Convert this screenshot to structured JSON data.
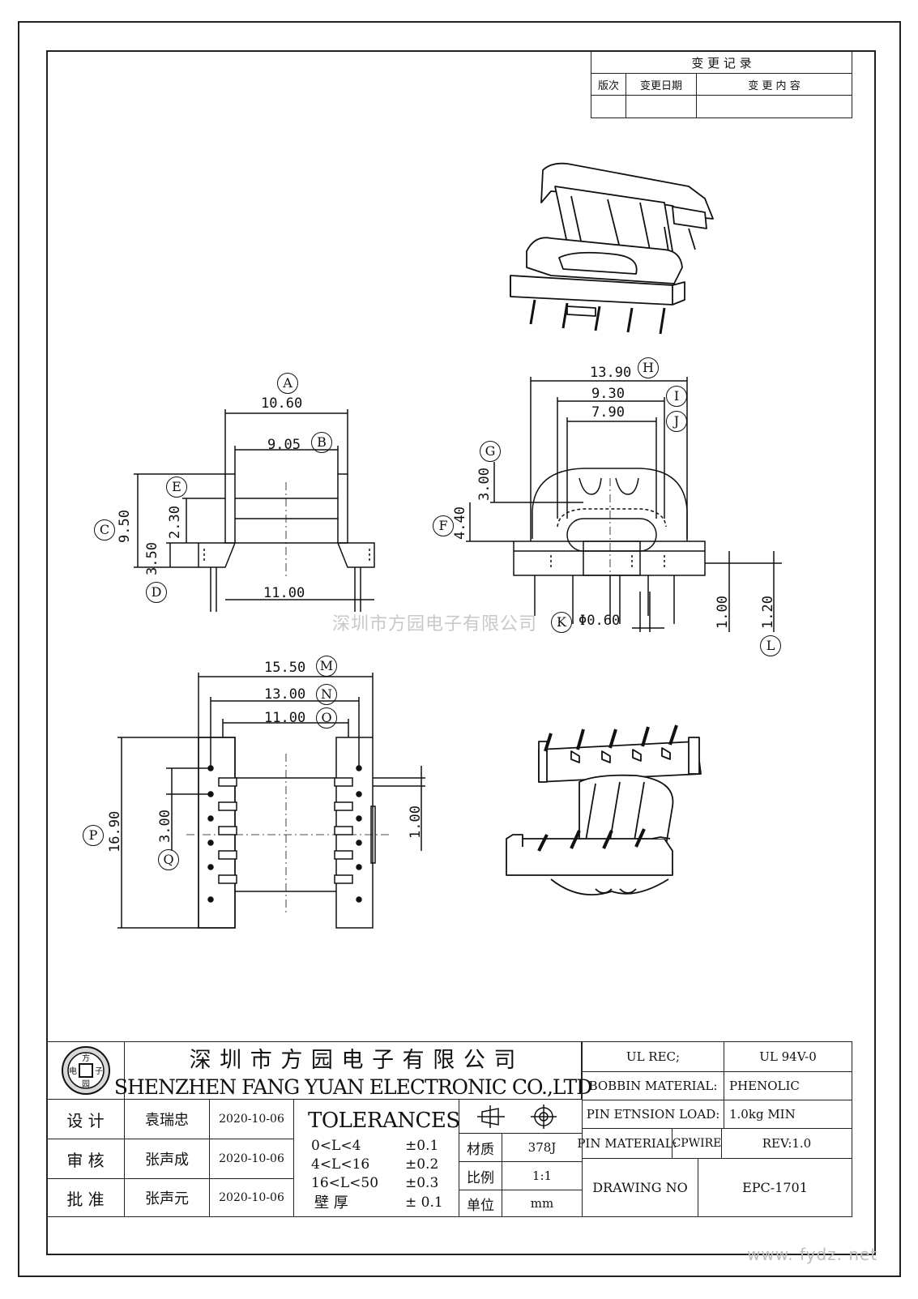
{
  "revision_table": {
    "title": "变 更 记 录",
    "col_version": "版次",
    "col_date": "变更日期",
    "col_content": "变 更 内 容"
  },
  "watermark": "深圳市方园电子有限公司",
  "watermark_site": "www. fydz. net",
  "front_view": {
    "A_label": "A",
    "A_value": "10.60",
    "B_label": "B",
    "B_value": "9.05",
    "C_label": "C",
    "C_value": "9.50",
    "D_label": "D",
    "D_value": "3.50",
    "E_label": "E",
    "E_value": "2.30",
    "bottom_value": "11.00"
  },
  "side_view": {
    "H_label": "H",
    "H_value": "13.90",
    "I_label": "I",
    "I_value": "9.30",
    "J_label": "J",
    "J_value": "7.90",
    "G_label": "G",
    "G_value": "3.00",
    "F_label": "F",
    "F_value": "4.40",
    "K_label": "K",
    "K_value": "Φ0.60",
    "L_label": "L",
    "L_value": "1.20",
    "pin_value": "1.00"
  },
  "top_view": {
    "M_label": "M",
    "M_value": "15.50",
    "N_label": "N",
    "N_value": "13.00",
    "O_label": "O",
    "O_value": "11.00",
    "P_label": "P",
    "P_value": "16.90",
    "Q_label": "Q",
    "Q_value": "3.00",
    "right_value": "1.00"
  },
  "title_block": {
    "logo_chars": [
      "方",
      "电",
      "子",
      "园"
    ],
    "company_cn": "深 圳 市 方 园 电 子 有 限 公 司",
    "company_en": "SHENZHEN FANG YUAN ELECTRONIC CO.,LTD",
    "signoff": [
      {
        "role": "设 计",
        "name": "袁瑞忠",
        "date": "2020-10-06"
      },
      {
        "role": "审 核",
        "name": "张声成",
        "date": "2020-10-06"
      },
      {
        "role": "批 准",
        "name": "张声元",
        "date": "2020-10-06"
      }
    ],
    "tolerances_title": "TOLERANCES",
    "tolerances": [
      {
        "range": "0<L<4",
        "value": "±0.1"
      },
      {
        "range": "4<L<16",
        "value": "±0.2"
      },
      {
        "range": "16<L<50",
        "value": "±0.3"
      },
      {
        "range": "壁 厚",
        "value": "± 0.1"
      }
    ],
    "material_label": "材质",
    "material_value": "378J",
    "scale_label": "比例",
    "scale_value": "1:1",
    "unit_label": "单位",
    "unit_value": "mm",
    "ul_rec_label": "UL REC;",
    "ul_rec_value": "UL 94V-0",
    "bobbin_label": "BOBBIN MATERIAL:",
    "bobbin_value": "PHENOLIC",
    "pin_load_label": "PIN ETNSION LOAD:",
    "pin_load_value": "1.0kg MIN",
    "pin_material_label": "PIN MATERIAL:",
    "pin_material_value": "CPWIRE",
    "rev": "REV:1.0",
    "drawing_no_label": "DRAWING NO",
    "drawing_no_value": "EPC-1701"
  }
}
